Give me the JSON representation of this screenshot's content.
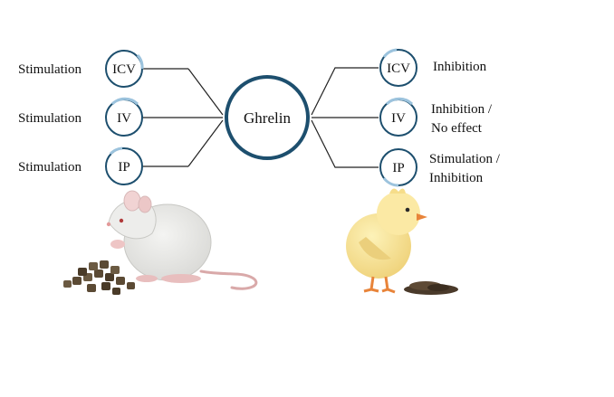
{
  "center": {
    "label": "Ghrelin"
  },
  "left_routes": [
    {
      "route": "ICV",
      "effect": "Stimulation"
    },
    {
      "route": "IV",
      "effect": "Stimulation"
    },
    {
      "route": "IP",
      "effect": "Stimulation"
    }
  ],
  "right_routes": [
    {
      "route": "ICV",
      "effect_lines": [
        "Inhibition"
      ]
    },
    {
      "route": "IV",
      "effect_lines": [
        "Inhibition /",
        "No effect"
      ]
    },
    {
      "route": "IP",
      "effect_lines": [
        "Stimulation /",
        "Inhibition"
      ]
    }
  ],
  "colors": {
    "ring_dark": "#1d4f6e",
    "ring_light": "#9cc3dd",
    "line": "#222222"
  },
  "illustrations": [
    "rat-illustration",
    "chick-illustration",
    "pellet-pile",
    "feed-pile"
  ]
}
